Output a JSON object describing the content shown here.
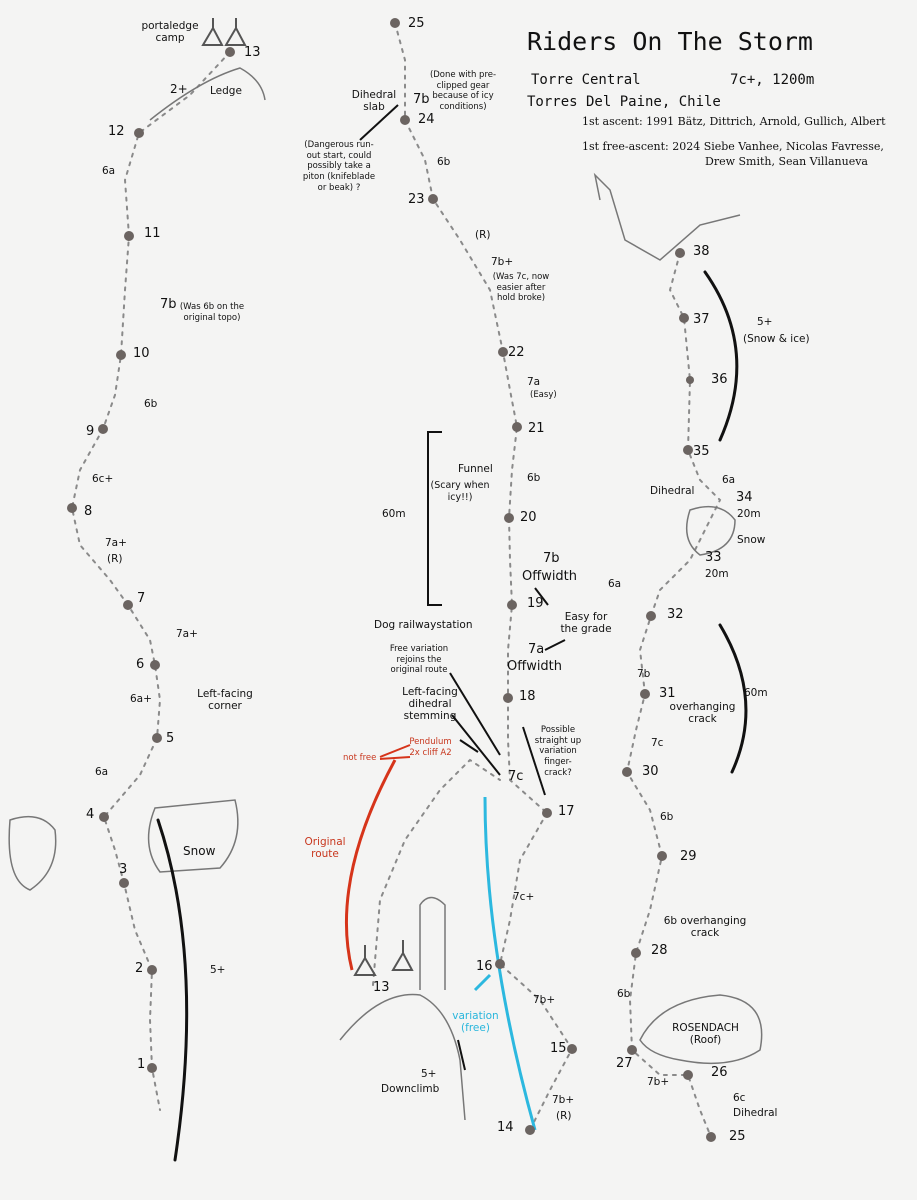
{
  "header": {
    "title": "Riders On The Storm",
    "peak": "Torre Central",
    "grade_length": "7c+, 1200m",
    "location": "Torres Del Paine, Chile",
    "first_ascent": "1st ascent: 1991 Bätz, Dittrich, Arnold, Gullich, Albert",
    "first_free_ascent_line1": "1st free-ascent: 2024 Siebe Vanhee, Nicolas Favresse,",
    "first_free_ascent_line2": "Drew Smith, Sean Villanueva"
  },
  "colors": {
    "ink": "#111111",
    "pencil": "#8a8a8a",
    "belay": "#6b6461",
    "original_route": "#d6341a",
    "free_variation": "#2cb8df",
    "paper": "#f4f4f3"
  },
  "left_column": {
    "belays": [
      "1",
      "2",
      "3",
      "4",
      "5",
      "6",
      "7",
      "8",
      "9",
      "10",
      "11",
      "12",
      "13"
    ],
    "portaledge": "portaledge camp",
    "grade_2p": "2+",
    "ledge": "Ledge",
    "grade_6a_top": "6a",
    "grade_7b": "7b",
    "note_7b": "(Was 6b on the original topo)",
    "grade_6b": "6b",
    "grade_6cp": "6c+",
    "grade_7ap_r": "7a+",
    "r_mark": "(R)",
    "grade_7ap": "7a+",
    "grade_6ap": "6a+",
    "left_facing_corner": "Left-facing corner",
    "grade_6a_low": "6a",
    "snow": "Snow",
    "grade_5p": "5+"
  },
  "middle_column": {
    "belays": [
      "13",
      "14",
      "15",
      "16",
      "17",
      "18",
      "19",
      "20",
      "21",
      "22",
      "23",
      "24",
      "25"
    ],
    "dihedral_slab": "Dihedral slab",
    "grade_7b_top": "7b",
    "note_preclipped": "(Done with pre-clipped gear because of icy conditions)",
    "note_dangerous": "(Dangerous run-out start, could possibly take a piton (knifeblade or beak) ?",
    "grade_6b_top": "6b",
    "r_mark": "(R)",
    "grade_7bp": "7b+",
    "note_7bp": "(Was 7c, now easier after hold broke)",
    "grade_7a_easy": "7a",
    "easy": "(Easy)",
    "funnel": "Funnel",
    "scary": "(Scary when icy!!)",
    "grade_6b_funnel": "6b",
    "length_60m": "60m",
    "grade_7b_ow": "7b",
    "offwidth_1": "Offwidth",
    "easy_for_grade": "Easy for the grade",
    "dog_railwaystation": "Dog railwaystation",
    "grade_7a_ow": "7a",
    "offwidth_2": "Offwidth",
    "free_variation_note": "Free variation rejoins the original route",
    "left_facing_dihedral": "Left-facing dihedral stemming",
    "possible_variation": "Possible straight up variation finger-crack?",
    "not_free": "not free",
    "pendulum": "Pendulum 2x cliff A2",
    "grade_7c": "7c",
    "original_route": "Original route",
    "grade_7cp": "7c+",
    "grade_7bp_mid": "7b+",
    "variation_free": "variation (free)",
    "grade_5p": "5+",
    "downclimb": "Downclimb",
    "grade_7bp_r": "7b+",
    "r_mark_low": "(R)"
  },
  "right_column": {
    "belays": [
      "25",
      "26",
      "27",
      "28",
      "29",
      "30",
      "31",
      "32",
      "33",
      "34",
      "35",
      "36",
      "37",
      "38"
    ],
    "grade_5p": "5+",
    "snow_ice": "(Snow & ice)",
    "grade_6a": "6a",
    "dihedral": "Dihedral",
    "len_34": "20m",
    "snow": "Snow",
    "len_33": "20m",
    "grade_6a_low": "6a",
    "grade_7b": "7b",
    "overhanging_crack": "overhanging crack",
    "length_60m": "60m",
    "grade_7c": "7c",
    "grade_6b": "6b",
    "grade_6b_oh": "6b overhanging crack",
    "grade_6b_low": "6b",
    "rosendach": "ROSENDACH (Roof)",
    "grade_7bp": "7b+",
    "grade_6c": "6c",
    "dihedral_low": "Dihedral"
  }
}
